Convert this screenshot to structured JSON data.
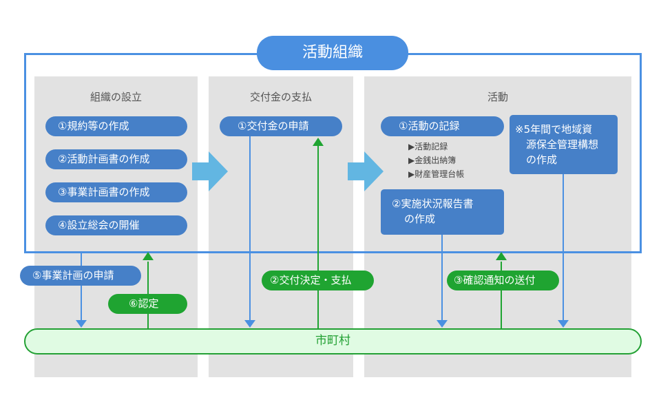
{
  "organization": {
    "title": "活動組織"
  },
  "columns": [
    {
      "title": "組織の設立",
      "steps": [
        "①規約等の作成",
        "②活動計画書の作成",
        "③事業計画書の作成",
        "④設立総会の開催"
      ]
    },
    {
      "title": "交付金の支払",
      "steps": [
        "①交付金の申請"
      ]
    },
    {
      "title": "活動",
      "record_step": "①活動の記録",
      "record_items": [
        "▶活動記録",
        "▶金銭出納簿",
        "▶財産管理台帳"
      ],
      "report_step_lines": [
        "②実施状況報告書",
        "の作成"
      ],
      "note_lines": [
        "※5年間で地域資",
        "源保全管理構想",
        "の作成"
      ]
    }
  ],
  "flows": {
    "plan_application": "⑤事業計画の申請",
    "approval": "⑥認定",
    "grant_decision": "②交付決定・支払",
    "confirmation_notice": "③確認通知の送付"
  },
  "municipality": {
    "label": "市町村"
  },
  "colors": {
    "org_blue": "#4a90e2",
    "step_blue": "#4680c8",
    "flow_green": "#1fa431",
    "column_gray": "#e2e2e2",
    "arrow_light_blue": "#62b6e2",
    "city_fill": "#e0fbe3"
  }
}
